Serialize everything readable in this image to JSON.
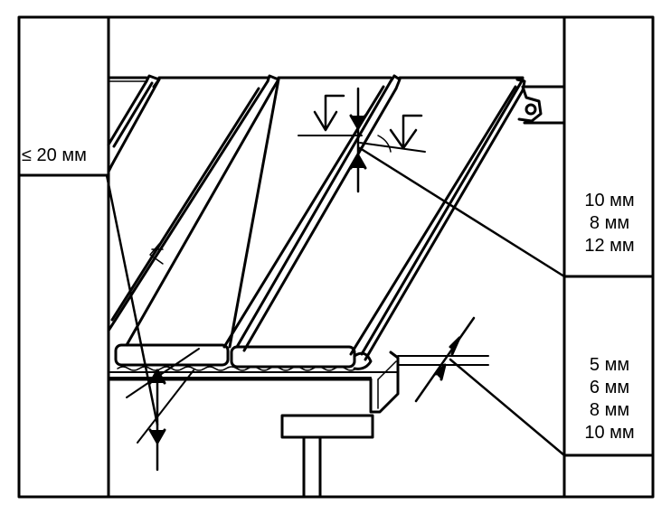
{
  "labels": {
    "gap_limit": "≤ 20 мм",
    "thickness_group": [
      "10 мм",
      "8 мм",
      "12 мм"
    ],
    "gap_group": [
      "5 мм",
      "6 мм",
      "8 мм",
      "10 мм"
    ]
  },
  "colors": {
    "ink": "#000000",
    "paper": "#ffffff"
  }
}
